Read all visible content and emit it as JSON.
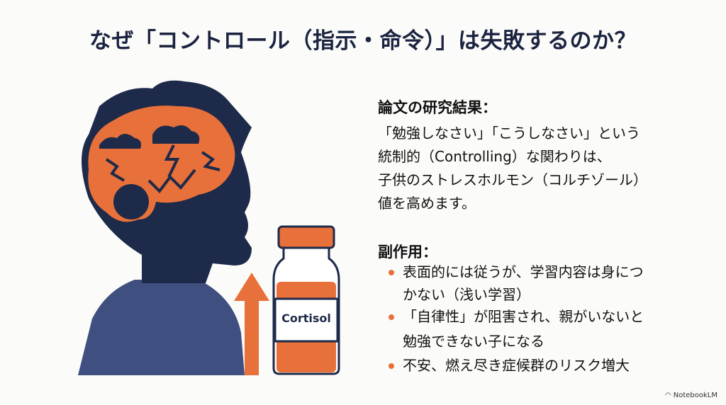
{
  "title": "なぜ「コントロール（指示・命令）」は失敗するのか？",
  "research": {
    "heading": "論文の研究結果：",
    "lines": [
      "「勉強しなさい」「こうしなさい」という",
      "統制的（Controlling）な関わりは、",
      "子供のストレスホルモン（コルチゾール）",
      "値を高めます。"
    ]
  },
  "side_effects": {
    "heading": "副作用：",
    "bullets": [
      {
        "line1": "表面的には従うが、学習内容は身につ",
        "line2": "かない（浅い学習）"
      },
      {
        "line1": "「自律性」が阻害され、親がいないと",
        "line2": "勉強できない子になる"
      },
      {
        "line1": "不安、燃え尽き症候群のリスク増大"
      }
    ]
  },
  "illustration": {
    "bottle_label": "Cortisol"
  },
  "colors": {
    "navy": "#1e2a4a",
    "orange": "#e8703a",
    "shirt": "#3f4f80"
  },
  "badge": "NotebookLM"
}
